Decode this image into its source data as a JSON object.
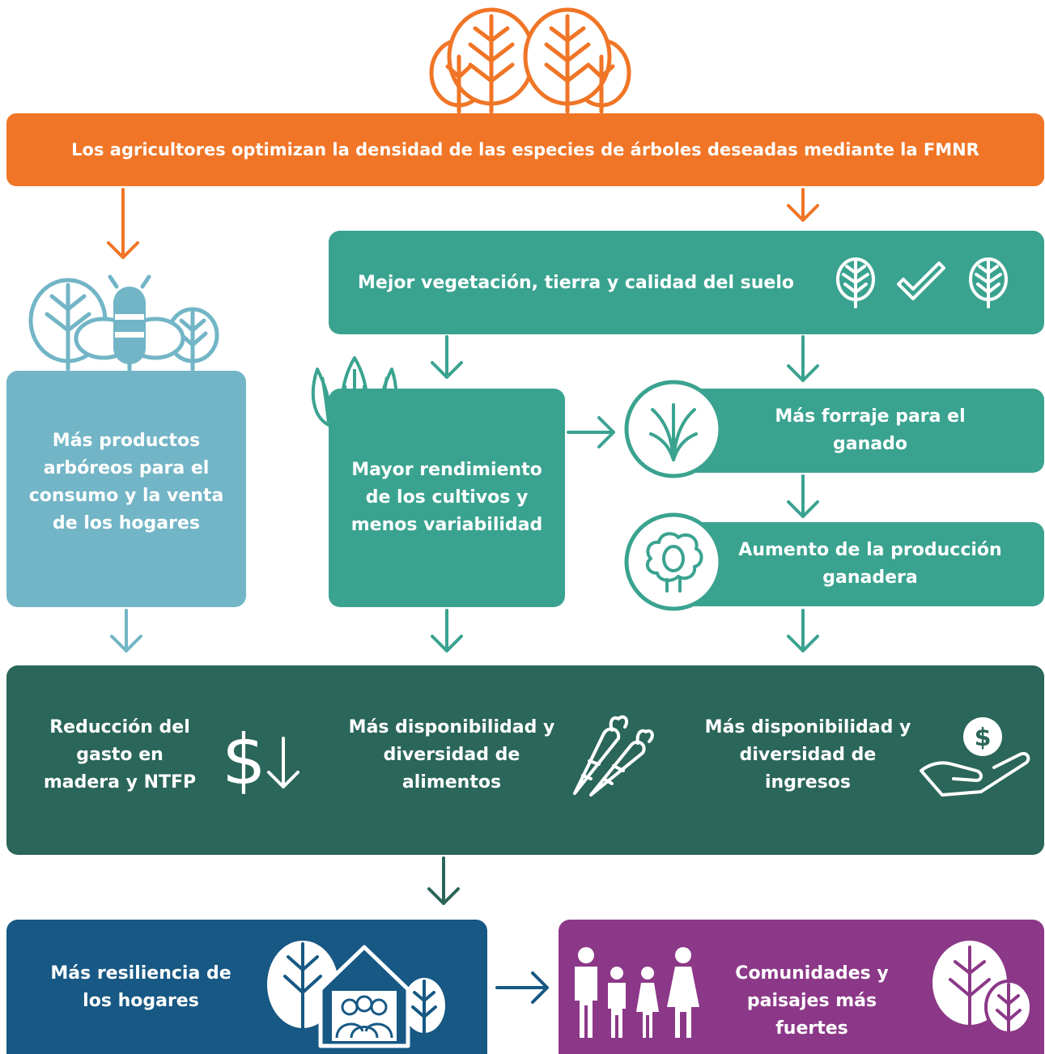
{
  "colors": {
    "orange": "#F07526",
    "light_blue": "#72B5C6",
    "teal": "#3AA390",
    "dark_green": "#2A6659",
    "navy": "#175884",
    "purple": "#8C3888"
  },
  "top": {
    "text": "Los agricultores optimizan la densidad de las especies de árboles deseadas mediante la FMNR",
    "icon": "trees-icon"
  },
  "vegetation": {
    "text": "Mejor vegetación, tierra y calidad del suelo",
    "icons": [
      "leaf-icon",
      "checkmark-icon",
      "leaf-icon"
    ]
  },
  "tree_products": {
    "text": "Más productos\narbóreos para el\nconsumo y la venta\nde los hogares",
    "icon": "bee-trees-icon"
  },
  "crops": {
    "text": "Mayor rendimiento\nde los cultivos y\nmenos variabilidad",
    "icon": "corn-icon"
  },
  "fodder": {
    "text": "Más forraje para el\nganado",
    "icon": "grass-icon"
  },
  "livestock": {
    "text": "Aumento de la producción\nganadera",
    "icon": "sheep-icon"
  },
  "outcomes": {
    "spending": {
      "text": "Reducción del\ngasto en\nmadera y NTFP",
      "icon": "dollar-down-icon"
    },
    "food": {
      "text": "Más disponibilidad y\ndiversidad de\nalimentos",
      "icon": "carrots-icon"
    },
    "income": {
      "text": "Más disponibilidad y\ndiversidad de\ningresos",
      "icon": "hand-coin-icon"
    }
  },
  "resilience": {
    "text": "Más resiliencia de\nlos hogares",
    "icon": "house-family-icon"
  },
  "communities": {
    "text": "Comunidades y\npaisajes más fuertes",
    "icons": [
      "family-icon",
      "trees-icon"
    ]
  }
}
